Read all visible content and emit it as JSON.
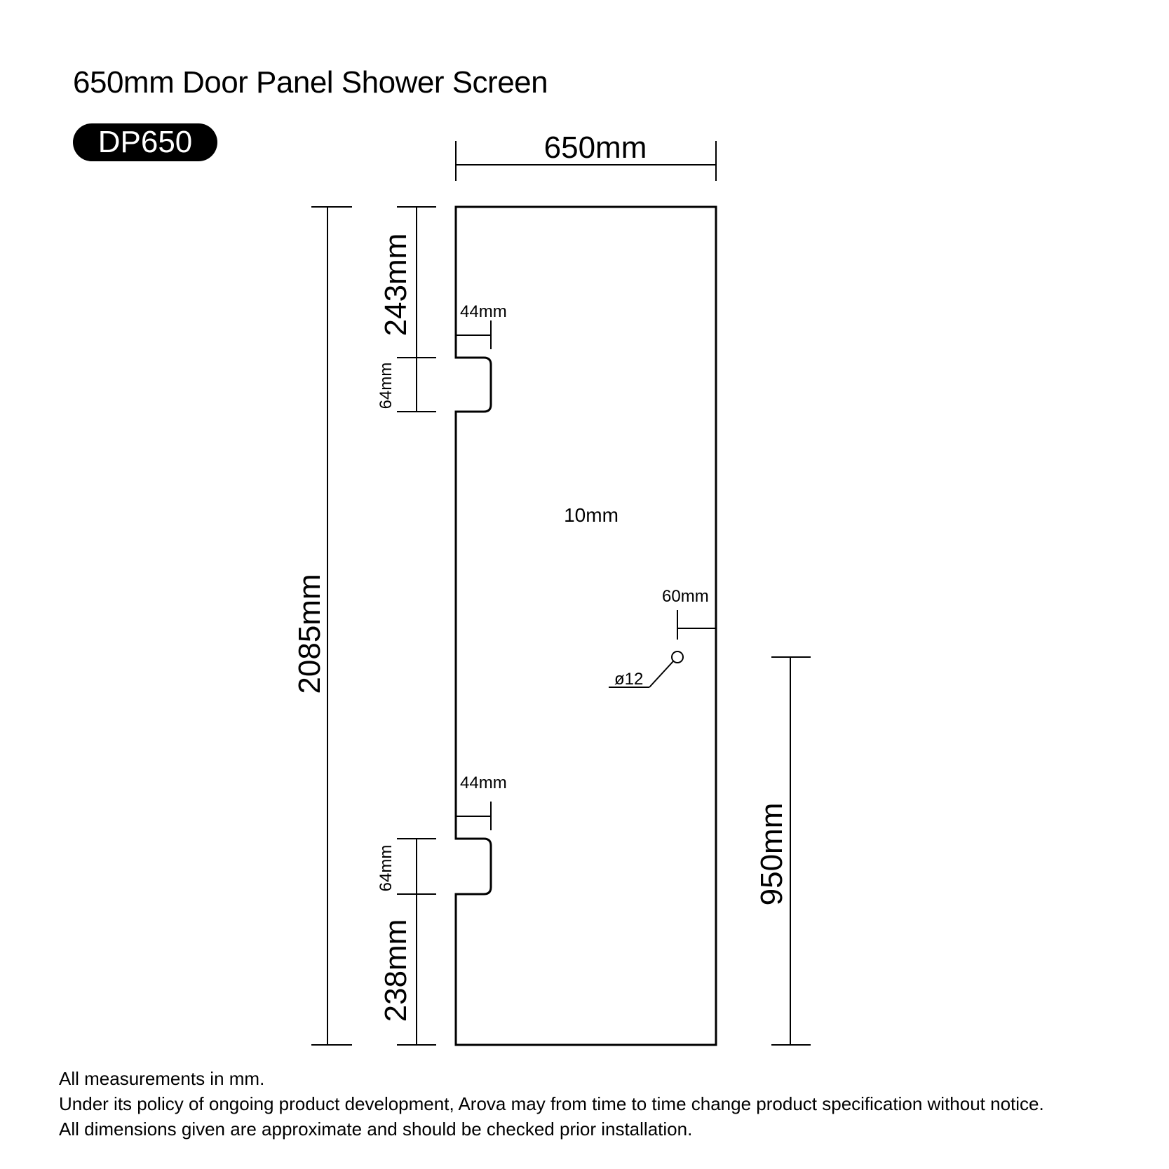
{
  "header": {
    "title": "650mm Door Panel Shower Screen",
    "badge": "DP650"
  },
  "diagram": {
    "dimensions": {
      "width": "650mm",
      "height": "2085mm",
      "top_offset": "243mm",
      "bottom_offset": "238mm",
      "cutout_top": "64mm",
      "cutout_bottom": "64mm",
      "cutout_depth_top": "44mm",
      "cutout_depth_bottom": "44mm",
      "thickness": "10mm",
      "hole_edge_offset": "60mm",
      "hole_diameter": "ø12",
      "hole_height": "950mm"
    }
  },
  "notes": {
    "line1": "All measurements in mm.",
    "line2": "Under its policy of ongoing product development, Arova may from time to time change product specification without notice.",
    "line3": "All dimensions given are approximate and should be checked prior installation."
  },
  "colors": {
    "ink": "#000000",
    "background": "#ffffff"
  }
}
